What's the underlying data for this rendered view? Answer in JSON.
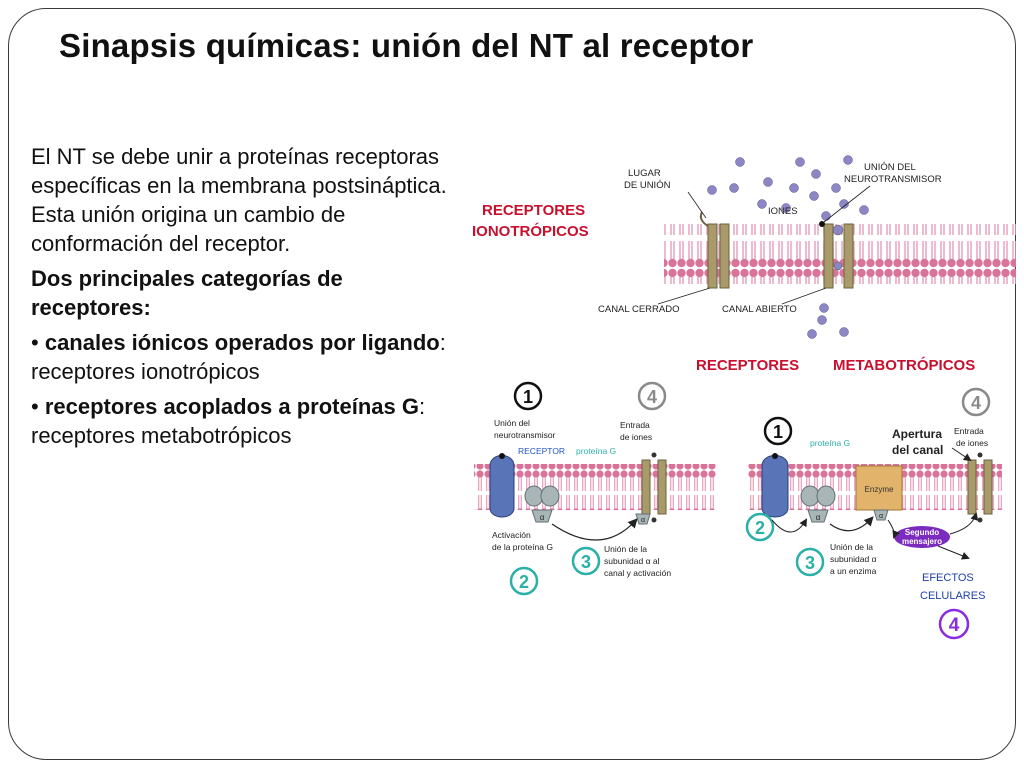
{
  "title": "Sinapsis químicas: unión del NT al receptor",
  "body": {
    "intro": "El NT se debe unir a proteínas receptoras específicas en la membrana postsináptica. Esta unión origina un cambio de conformación del receptor.",
    "heading": "Dos principales categorías de receptores:",
    "bullet1_bold": "canales iónicos operados por ligando",
    "bullet1_rest": ": receptores ionotrópicos",
    "bullet2_bold": "receptores acoplados a proteínas G",
    "bullet2_rest": ": receptores metabotrópicos",
    "bullet_symbol": "•"
  },
  "diagram": {
    "iono": {
      "title_line1": "RECEPTORES",
      "title_line2": "IONOTRÓPICOS",
      "label_binding_site_1": "LUGAR",
      "label_binding_site_2": "DE UNIÓN",
      "label_nt_binding_1": "UNIÓN DEL",
      "label_nt_binding_2": "NEUROTRANSMISOR",
      "label_ions": "IONES",
      "label_closed": "CANAL CERRADO",
      "label_open": "CANAL ABIERTO"
    },
    "metabo": {
      "title_line1": "RECEPTORES",
      "title_line2": "METABOTRÓPICOS",
      "left": {
        "step1": "1",
        "step2": "2",
        "step3": "3",
        "step4": "4",
        "label_nt_1": "Unión del",
        "label_nt_2": "neurotransmisor",
        "label_receptor": "RECEPTOR",
        "label_gprotein": "proteína G",
        "label_entry_1": "Entrada",
        "label_entry_2": "de iones",
        "label_activation_1": "Activación",
        "label_activation_2": "de la proteína G",
        "label_union_1": "Unión de la",
        "label_union_2": "subunidad α al",
        "label_union_3": "canal y activación",
        "alpha": "α"
      },
      "right": {
        "step1": "1",
        "step2": "2",
        "step3": "3",
        "step4a": "4",
        "step4b": "4",
        "label_gprotein": "proteína G",
        "label_opening_1": "Apertura",
        "label_opening_2": "del canal",
        "label_entry_1": "Entrada",
        "label_entry_2": "de iones",
        "label_enzyme": "Enzyme",
        "label_second_1": "Segundo",
        "label_second_2": "mensajero",
        "label_union_1": "Unión de la",
        "label_union_2": "subunidad α",
        "label_union_3": "a un enzima",
        "label_effects_1": "EFECTOS",
        "label_effects_2": "CELULARES",
        "alpha": "α"
      }
    },
    "colors": {
      "title_red": "#c8102e",
      "membrane_pink": "#d8739a",
      "channel_olive": "#a89a6a",
      "receptor_blue": "#5a74b8",
      "gprotein_gray": "#a9b6b8",
      "enzyme_tan": "#e2b36a",
      "messenger_purple": "#7b2cbf",
      "number_teal": "#2bb0a8",
      "number_gray": "#8a8a8a",
      "number_purple": "#8a2be2",
      "ion_purple": "#8c86c4"
    }
  }
}
